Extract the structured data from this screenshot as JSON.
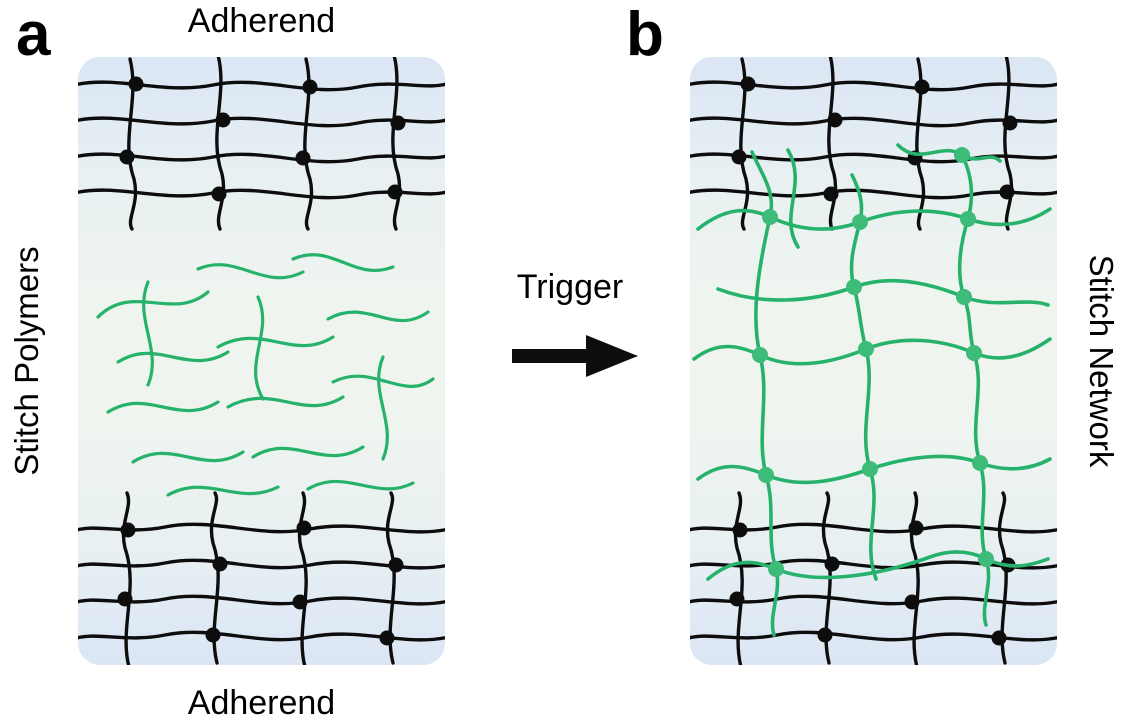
{
  "figure": {
    "panel_a": {
      "letter": "a",
      "side_label": "Stitch Polymers",
      "adherend_top": "Adherend",
      "adherend_bottom": "Adherend"
    },
    "panel_b": {
      "letter": "b",
      "side_label": "Stitch Network"
    },
    "trigger": {
      "label": "Trigger"
    }
  },
  "colors": {
    "black": "#0d0d0d",
    "green": "#27b26b",
    "green_node": "#3dbb79",
    "panel_edge": "#dbe6f5",
    "panel_mid": "#eff5ee",
    "background": "#ffffff"
  }
}
